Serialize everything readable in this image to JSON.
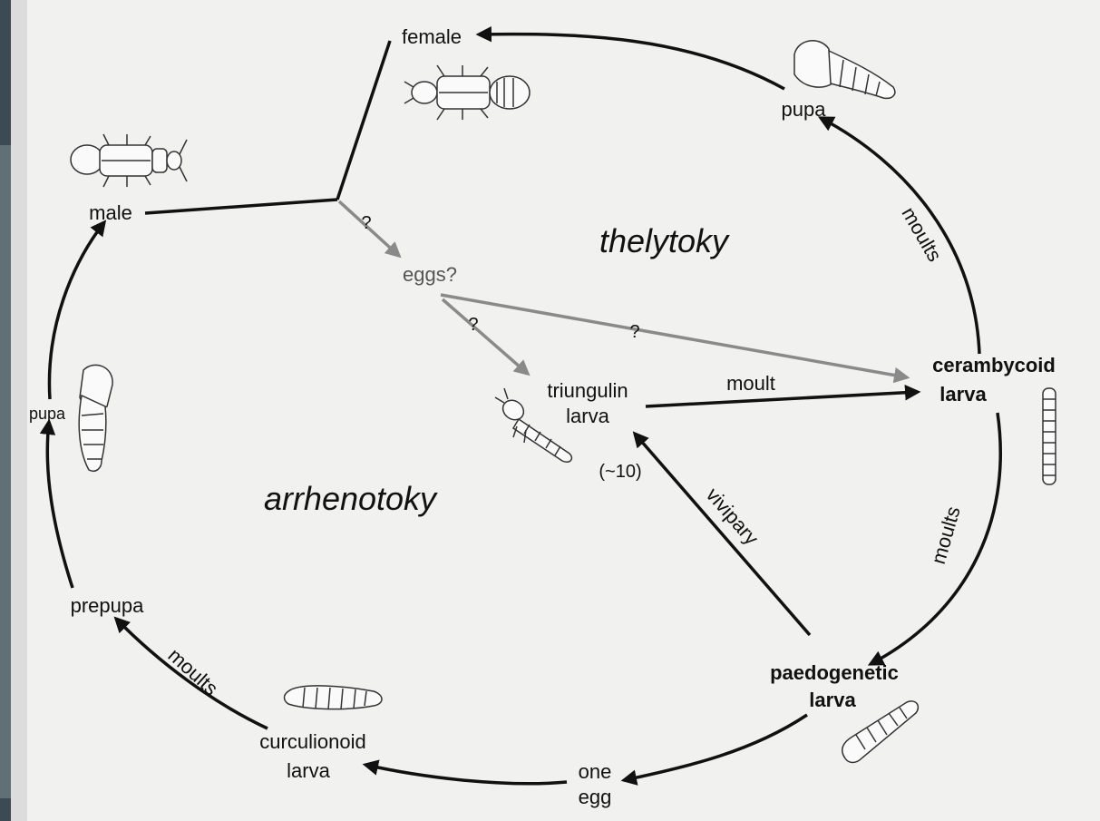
{
  "nodes": {
    "female": "female",
    "male": "male",
    "pupa_top": "pupa",
    "pupa_left": "pupa",
    "eggs": "eggs?",
    "triungulin_1": "triungulin",
    "triungulin_2": "larva",
    "cerambycoid_1": "cerambycoid",
    "cerambycoid_2": "larva",
    "paedogenetic_1": "paedogenetic",
    "paedogenetic_2": "larva",
    "one_egg_1": "one",
    "one_egg_2": "egg",
    "curculionoid_1": "curculionoid",
    "curculionoid_2": "larva",
    "prepupa": "prepupa",
    "count": "(~10)"
  },
  "edges": {
    "moults_upper_right": "moults",
    "moults_lower_right": "moults",
    "moults_lower_left": "moults",
    "moult": "moult",
    "vivipary": "vivipary",
    "q_male_eggs": "?",
    "q_eggs_triungulin": "?",
    "q_eggs_cerambycoid": "?"
  },
  "regions": {
    "thelytoky": "thelytoky",
    "arrhenotoky": "arrhenotoky"
  },
  "icons": [
    "beetle-female-drawing",
    "beetle-male-drawing",
    "pupa-drawing",
    "triungulin-larva-drawing",
    "cerambycoid-larva-drawing",
    "paedogenetic-larva-drawing",
    "curculionoid-larva-drawing"
  ],
  "colors": {
    "arrow": "#111111",
    "uncertain_arrow": "#8a8a8a",
    "background": "#f1f1f0"
  }
}
